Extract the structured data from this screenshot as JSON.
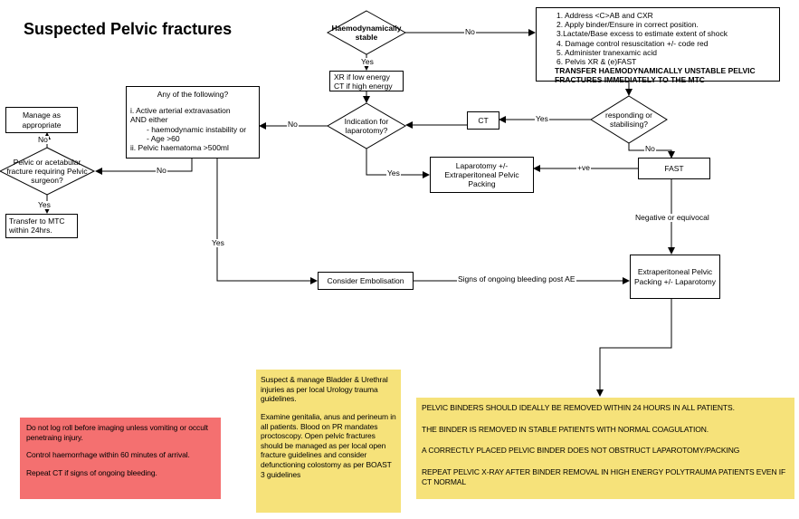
{
  "title": "Suspected Pelvic fractures",
  "nodes": {
    "haemo_stable": "Haemodynamically stable",
    "unstable_actions": [
      "1. Address <C>AB and CXR",
      "2. Apply binder/Ensure in correct position.",
      "3.Lactate/Base excess to estimate extent of shock",
      "4. Damage control resuscitation   +/- code red",
      "5. Administer tranexamic acid",
      "6. Pelvis XR & (e)FAST"
    ],
    "unstable_transfer": "TRANSFER HAEMODYNAMICALLY UNSTABLE PELVIC FRACTURES IMMEDIATELY TO THE MTC",
    "xr_ct": [
      "XR if low energy",
      "CT if high energy"
    ],
    "indication_laparotomy": "Indication for laparotomy?",
    "responding": "responding or stabilising?",
    "ct": "CT",
    "fast": "FAST",
    "any_following_title": "Any of the following?",
    "any_following_lines": [
      "i. Active arterial extravasation",
      "AND either",
      "- haemodynamic instability or",
      "- Age >60",
      "ii. Pelvic haematoma >500ml"
    ],
    "manage": "Manage as appropriate",
    "acetabular": "Pelvic or acetabular fracture requiring Pelvic surgeon?",
    "transfer_mtc": "Transfer to MTC within 24hrs.",
    "laparotomy_packing": "Laparotomy +/- Extraperitoneal Pelvic Packing",
    "consider_embolisation": "Consider Embolisation",
    "extraperitoneal": "Extraperitoneal Pelvic Packing +/- Laparotomy"
  },
  "labels": {
    "no_unstable": "No",
    "yes_stable": "Yes",
    "no_indication": "No",
    "yes_indication": "Yes",
    "yes_responding": "Yes",
    "no_responding": "No",
    "positive_fast": "+ve",
    "negative_fast": "Negative or equivocal",
    "no_any": "No",
    "yes_any": "Yes",
    "no_acetabular": "No",
    "yes_acetabular": "Yes",
    "bleeding_post_ae": "Signs of ongoing bleeding post AE"
  },
  "notes": {
    "red": [
      "Do not log roll before imaging unless vomiting or occult penetraing injury.",
      "Control haemorrhage within 60 minutes of arrival.",
      "Repeat CT if signs of ongoing bleeding."
    ],
    "yellow_middle": [
      "Suspect & manage Bladder & Urethral injuries as per local Urology trauma guidelines.",
      "Examine genitalia, anus and perineum in all patients. Blood on PR mandates proctoscopy. Open pelvic fractures should be managed as per local open fracture guidelines and consider defunctioning colostomy as per BOAST 3 guidelines"
    ],
    "yellow_right": [
      "PELVIC BINDERS SHOULD IDEALLY BE REMOVED WITHIN 24 HOURS IN ALL PATIENTS.",
      "THE BINDER IS REMOVED IN STABLE PATIENTS WITH NORMAL COAGULATION.",
      "A CORRECTLY PLACED PELVIC BINDER DOES NOT OBSTRUCT LAPAROTOMY/PACKING",
      "REPEAT PELVIC X-RAY AFTER BINDER REMOVAL IN HIGH ENERGY POLYTRAUMA PATIENTS EVEN IF CT NORMAL"
    ]
  },
  "colors": {
    "red_note": "#f47070",
    "yellow_note": "#f6e27a"
  }
}
